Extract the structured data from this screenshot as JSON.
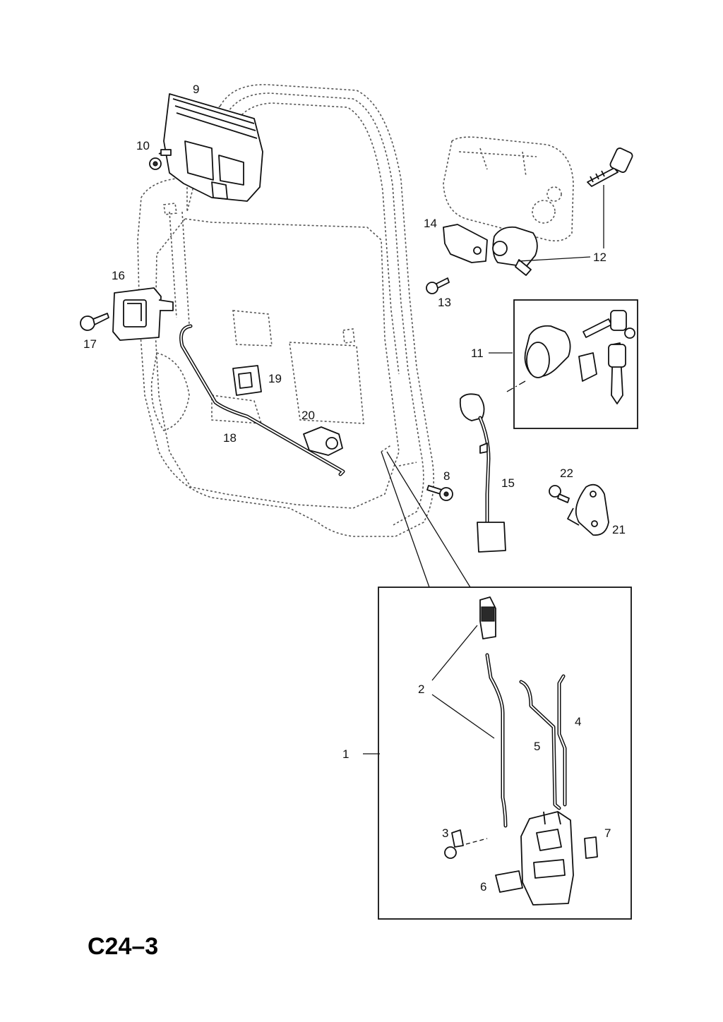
{
  "diagram": {
    "sheet_code": "C24–3",
    "callouts": [
      {
        "id": "c1",
        "label": "1"
      },
      {
        "id": "c2",
        "label": "2"
      },
      {
        "id": "c3",
        "label": "3"
      },
      {
        "id": "c4",
        "label": "4"
      },
      {
        "id": "c5",
        "label": "5"
      },
      {
        "id": "c6",
        "label": "6"
      },
      {
        "id": "c7",
        "label": "7"
      },
      {
        "id": "c8",
        "label": "8"
      },
      {
        "id": "c9",
        "label": "9"
      },
      {
        "id": "c10",
        "label": "10"
      },
      {
        "id": "c11",
        "label": "11"
      },
      {
        "id": "c12",
        "label": "12"
      },
      {
        "id": "c13",
        "label": "13"
      },
      {
        "id": "c14",
        "label": "14"
      },
      {
        "id": "c15",
        "label": "15"
      },
      {
        "id": "c16",
        "label": "16"
      },
      {
        "id": "c17",
        "label": "17"
      },
      {
        "id": "c18",
        "label": "18"
      },
      {
        "id": "c19",
        "label": "19"
      },
      {
        "id": "c20",
        "label": "20"
      },
      {
        "id": "c21",
        "label": "21"
      },
      {
        "id": "c22",
        "label": "22"
      }
    ]
  }
}
